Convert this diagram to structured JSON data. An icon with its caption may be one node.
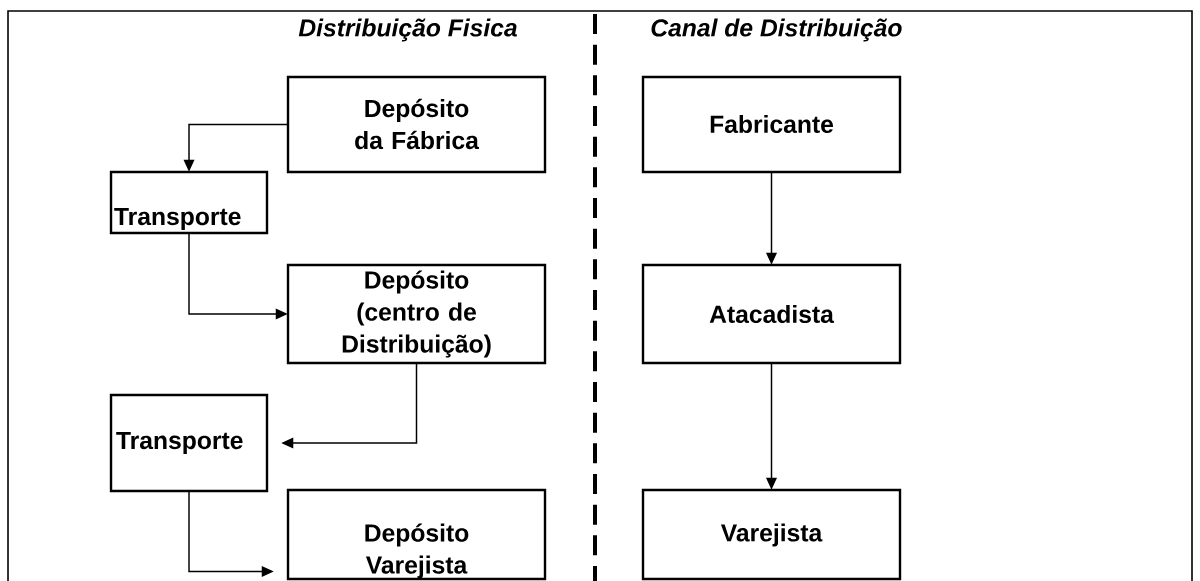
{
  "diagram": {
    "nodes": [
      {
        "text": [
          "Depósito da Fábrica"
        ]
      },
      {
        "text": [
          "Transporte"
        ]
      },
      {
        "text": [
          "Depósito (centro de Distribuição)"
        ]
      },
      {
        "text": [
          "Transporte"
        ]
      },
      {
        "text": [
          "Depósito Varejista"
        ]
      },
      {
        "text": [
          "Fabricante"
        ]
      },
      {
        "text": [
          "Atacadista"
        ]
      },
      {
        "text": [
          "Varejista"
        ]
      }
    ],
    "edges": [
      {
        "from": 0,
        "to": 1,
        "arrow": "to"
      },
      {
        "from": 1,
        "to": 2,
        "arrow": "to"
      },
      {
        "from": 2,
        "to": 3,
        "arrow": "to"
      },
      {
        "from": 3,
        "to": 4,
        "arrow": "to"
      },
      {
        "from": 5,
        "to": 6,
        "arrow": "to"
      },
      {
        "from": 6,
        "to": 7,
        "arrow": "to"
      }
    ],
    "labels": [
      "Distribuição Fisica",
      "Canal de Distribuição"
    ]
  }
}
